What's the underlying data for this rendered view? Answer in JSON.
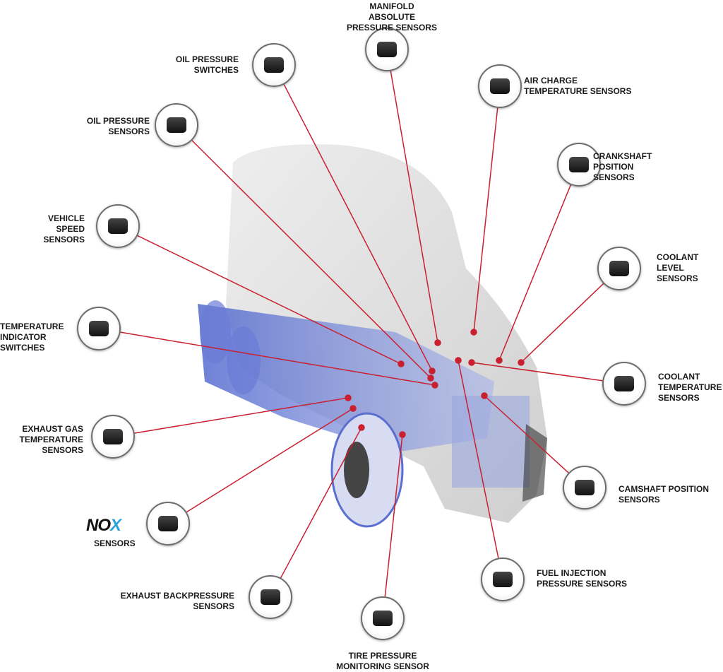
{
  "callouts": [
    {
      "id": "manifold",
      "label": "MANIFOLD ABSOLUTE\nPRESSURE SENSORS"
    },
    {
      "id": "oil-switch",
      "label": "OIL PRESSURE\nSWITCHES"
    },
    {
      "id": "air-charge",
      "label": "AIR CHARGE\nTEMPERATURE SENSORS"
    },
    {
      "id": "oil-sensor",
      "label": "OIL PRESSURE\nSENSORS"
    },
    {
      "id": "crankshaft",
      "label": "CRANKSHAFT\nPOSITION\nSENSORS"
    },
    {
      "id": "vehicle-speed",
      "label": "VEHICLE\nSPEED\nSENSORS"
    },
    {
      "id": "coolant-level",
      "label": "COOLANT\nLEVEL\nSENSORS"
    },
    {
      "id": "temp-indicator",
      "label": "TEMPERATURE\nINDICATOR\nSWITCHES"
    },
    {
      "id": "coolant-temp",
      "label": "COOLANT\nTEMPERATURE\nSENSORS"
    },
    {
      "id": "exhaust-gas",
      "label": "EXHAUST GAS\nTEMPERATURE\nSENSORS"
    },
    {
      "id": "camshaft",
      "label": "CAMSHAFT POSITION\nSENSORS"
    },
    {
      "id": "nox",
      "label": "SENSORS",
      "logo": "NOX"
    },
    {
      "id": "fuel-injection",
      "label": "FUEL INJECTION\nPRESSURE SENSORS"
    },
    {
      "id": "exhaust-back",
      "label": "EXHAUST BACKPRESSURE\nSENSORS"
    },
    {
      "id": "tire",
      "label": "TIRE PRESSURE\nMONITORING SENSOR"
    }
  ],
  "colors": {
    "leader_line": "#c8202f",
    "truck_wireframe": "#5a6fd0",
    "logo_accent": "#29a3dc"
  }
}
